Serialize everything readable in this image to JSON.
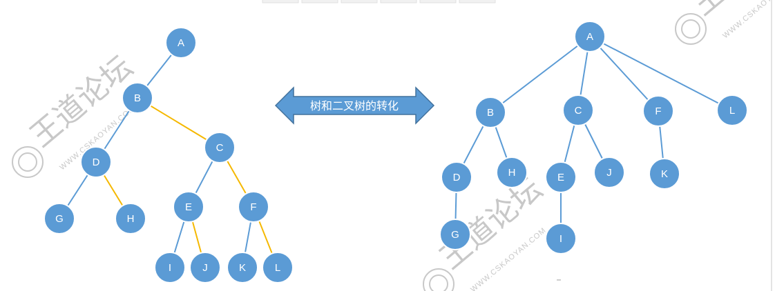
{
  "diagram": {
    "colors": {
      "node_fill": "#5b9bd5",
      "edge_tree": "#5b9bd5",
      "edge_sibling": "#f5b800",
      "arrow_fill": "#5b9bd5",
      "watermark": "#c8c8c8"
    },
    "arrow_label": "树和二叉树的转化",
    "binary_tree": {
      "nodes": [
        "A",
        "B",
        "C",
        "D",
        "E",
        "F",
        "G",
        "H",
        "I",
        "J",
        "K",
        "L"
      ],
      "edges_first_child": [
        [
          "A",
          "B"
        ],
        [
          "B",
          "D"
        ],
        [
          "D",
          "G"
        ],
        [
          "C",
          "E"
        ],
        [
          "E",
          "I"
        ],
        [
          "F",
          "K"
        ]
      ],
      "edges_sibling": [
        [
          "B",
          "C"
        ],
        [
          "C",
          "F"
        ],
        [
          "D",
          "H"
        ],
        [
          "E",
          "J"
        ],
        [
          "F",
          "L"
        ],
        [
          "K",
          "L"
        ]
      ]
    },
    "tree": {
      "nodes": [
        "A",
        "B",
        "C",
        "F",
        "L",
        "D",
        "H",
        "E",
        "J",
        "K",
        "G",
        "I"
      ],
      "edges": [
        [
          "A",
          "B"
        ],
        [
          "A",
          "C"
        ],
        [
          "A",
          "F"
        ],
        [
          "A",
          "L"
        ],
        [
          "B",
          "D"
        ],
        [
          "B",
          "H"
        ],
        [
          "C",
          "E"
        ],
        [
          "C",
          "J"
        ],
        [
          "F",
          "K"
        ],
        [
          "D",
          "G"
        ],
        [
          "E",
          "I"
        ]
      ]
    },
    "watermark": {
      "brand": "王道论坛",
      "url": "WWW.CSKAOYAN.COM"
    }
  }
}
